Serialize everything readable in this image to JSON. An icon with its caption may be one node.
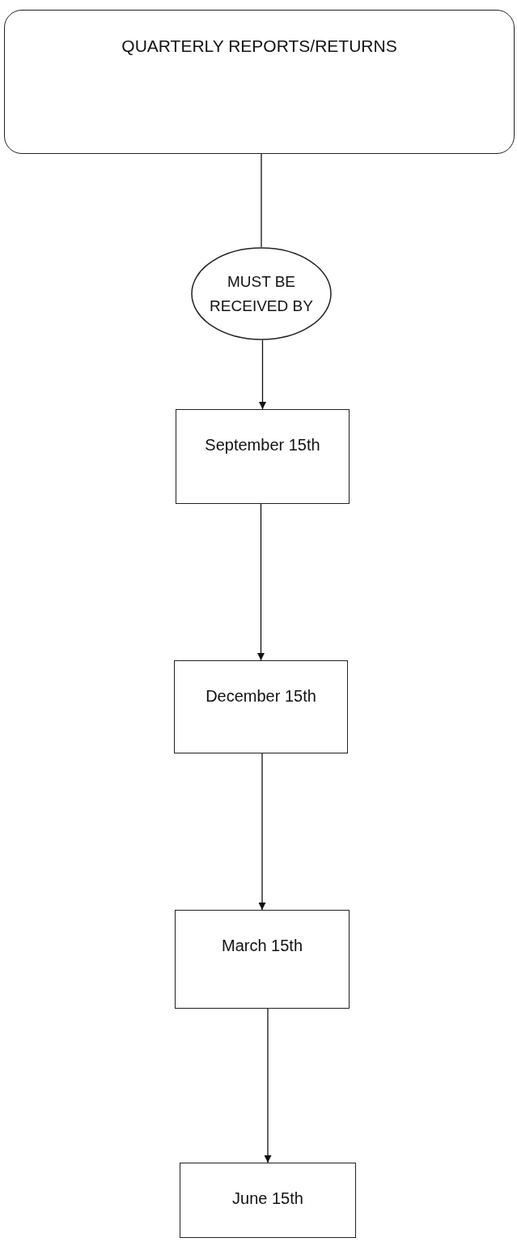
{
  "diagram": {
    "nodes": [
      {
        "text": [
          "QUARTERLY REPORTS/RETURNS"
        ]
      },
      {
        "text": [
          "MUST BE RECEIVED BY"
        ]
      },
      {
        "text": [
          "September 15th"
        ]
      },
      {
        "text": [
          "December 15th"
        ]
      },
      {
        "text": [
          "March 15th"
        ]
      },
      {
        "text": [
          "June 15th"
        ]
      }
    ],
    "edges": [
      {
        "from": 0,
        "to": 1,
        "arrow": "none"
      },
      {
        "from": 1,
        "to": 2,
        "arrow": "to"
      },
      {
        "from": 2,
        "to": 3,
        "arrow": "to"
      },
      {
        "from": 3,
        "to": 4,
        "arrow": "to"
      },
      {
        "from": 4,
        "to": 5,
        "arrow": "to"
      }
    ]
  }
}
